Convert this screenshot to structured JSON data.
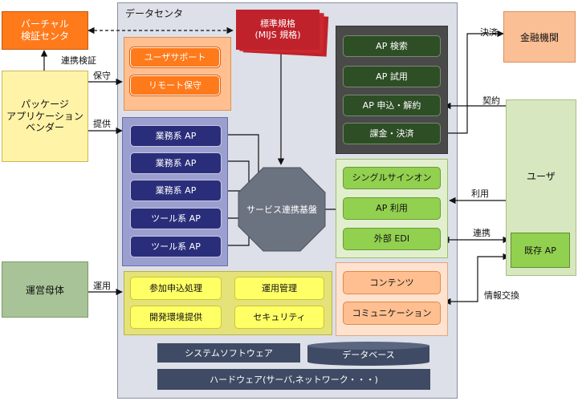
{
  "datacenter": {
    "title": "データセンタ"
  },
  "external": {
    "virtual_center": "バーチャル\n検証センタ",
    "package_vendor": "パッケージ\nアプリケーション\nベンダー",
    "operator": "運営母体",
    "financial": "金融機関",
    "user": "ユーザ",
    "existing_ap": "既存 AP"
  },
  "standard": {
    "label": "標準規格\n(MIJS 規格)"
  },
  "support": {
    "items": [
      "ユーザサポート",
      "リモート保守"
    ]
  },
  "ap_services": {
    "items": [
      "AP 検索",
      "AP 試用",
      "AP 申込・解約",
      "課金・決済"
    ]
  },
  "business_ap": {
    "items": [
      "業務系 AP",
      "業務系 AP",
      "業務系 AP",
      "ツール系 AP",
      "ツール系 AP"
    ]
  },
  "hub": {
    "label": "サービス連携基盤"
  },
  "usage": {
    "items": [
      "シングルサインオン",
      "AP 利用",
      "外部 EDI"
    ]
  },
  "operations": {
    "items": [
      "参加申込処理",
      "運用管理",
      "開発環境提供",
      "セキュリティ"
    ]
  },
  "content": {
    "items": [
      "コンテンツ",
      "コミュニケーション"
    ]
  },
  "infra": {
    "system_software": "システムソフトウェア",
    "database": "データベース",
    "hardware": "ハードウェア(サーバ,ネットワーク・・・)"
  },
  "edges": {
    "verify": "連携検証",
    "maintain": "保守",
    "provide": "提供",
    "operate": "運用",
    "settle": "決済",
    "contract": "契約",
    "use": "利用",
    "link": "連携",
    "info_exchange": "情報交換"
  },
  "colors": {
    "datacenter_bg": "#dde0e8",
    "orange": "#ff7a1a",
    "dark_green": "#2e4e26",
    "light_green": "#92d050",
    "navy": "#2a2e7a",
    "yellow": "#ffff66",
    "peach": "#ffbf90",
    "standard_red": "#c0222b",
    "hub_gray": "#6b7280"
  }
}
